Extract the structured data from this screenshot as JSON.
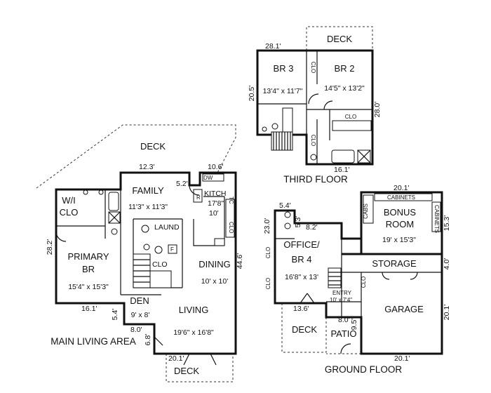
{
  "third_floor": {
    "caption": "THIRD FLOOR",
    "deck": "DECK",
    "dims": {
      "top": "28.1'",
      "left": "20.5'",
      "right": "28.0'",
      "bottom": "16.1'"
    },
    "rooms": {
      "br3_name": "BR 3",
      "br3_size": "13'4\" x 11'7\"",
      "br2_name": "BR 2",
      "br2_size": "14'5\" x 13'2\"",
      "clo": "CLO"
    }
  },
  "main_floor": {
    "caption": "MAIN LIVING AREA",
    "deck_top": "DECK",
    "deck_bottom": "DECK",
    "dims": {
      "top_family": "12.3'",
      "top_kitchen": "10.6'",
      "step": "5.2'",
      "left": "28.2'",
      "right": "44.6'",
      "primary_bottom": "16.1'",
      "den_left": "5.4'",
      "den_bottom": "8.0'",
      "entry_side": "6.8'",
      "bottom": "20.1'",
      "kitchen_depth": "10'"
    },
    "rooms": {
      "wi_clo_1": "W/I",
      "wi_clo_2": "CLO",
      "family_name": "FAMILY",
      "family_size": "11'3\" x 11'3\"",
      "kitchen_name": "KITCH",
      "kitchen_size": "17'8\"",
      "laund": "LAUND",
      "clo": "CLO",
      "primary_1": "PRIMARY",
      "primary_2": "BR",
      "primary_size": "15'4\" x 15'3\"",
      "dining_name": "DINING",
      "dining_size": "10' x 10'",
      "den_name": "DEN",
      "den_size": "9' x 8'",
      "living_name": "LIVING",
      "living_size": "19'6\" x 16'8\"",
      "dw": "DW",
      "r": "R",
      "f": "F",
      "tc": "TC",
      "clo_small": "CLO"
    }
  },
  "ground_floor": {
    "caption": "GROUND FLOOR",
    "dims": {
      "office_top": "5.4'",
      "office_left": "23.0'",
      "office_stub": "5.3'",
      "office_inner": "8.2'",
      "bonus_top": "20.1'",
      "bonus_right": "15.3'",
      "storage_right": "4.0'",
      "garage_right": "20.1'",
      "garage_bottom": "20.1'",
      "deck_top": "13.6'",
      "patio_top": "8.0'",
      "patio_side": "9.5'"
    },
    "rooms": {
      "cabinets": "CABINETS",
      "cabs": "CABS",
      "bonus_1": "BONUS",
      "bonus_2": "ROOM",
      "bonus_size": "19' x 15'3\"",
      "office_1": "OFFICE/",
      "office_2": "BR 4",
      "office_size": "16'8\" x 13'",
      "storage": "STORAGE",
      "garage": "GARAGE",
      "entry_name": "ENTRY",
      "entry_size": "10' x 7'4\"",
      "deck": "DECK",
      "patio": "PATIO",
      "clo": "CLO"
    }
  }
}
